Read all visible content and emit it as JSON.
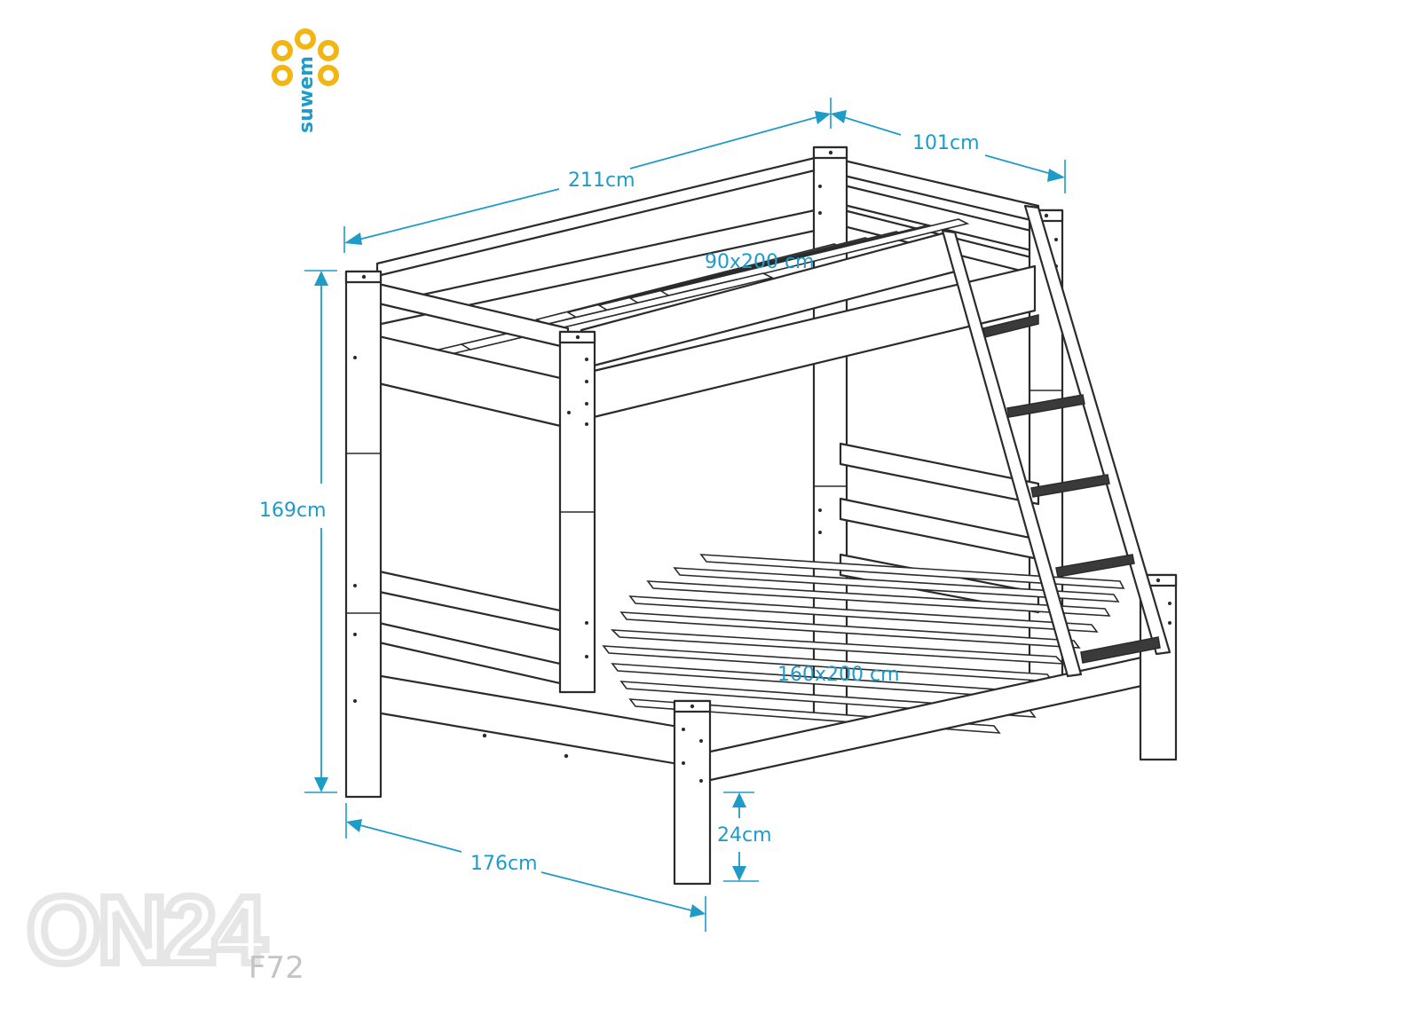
{
  "brand": {
    "logo_text": "suwem",
    "logo_color": "#f2b511",
    "text_color": "#1e9bc6"
  },
  "watermark": {
    "text": "ON24",
    "code": "F72"
  },
  "dimensions": {
    "total_length": "211cm",
    "depth": "101cm",
    "height": "169cm",
    "width": "176cm",
    "bottom_clearance": "24cm",
    "upper_mattress": "90x200 cm",
    "lower_mattress": "160x200 cm"
  },
  "colors": {
    "dimension": "#1e9bc6",
    "line": "#2b2b2b",
    "step": "#3a3a3a"
  }
}
